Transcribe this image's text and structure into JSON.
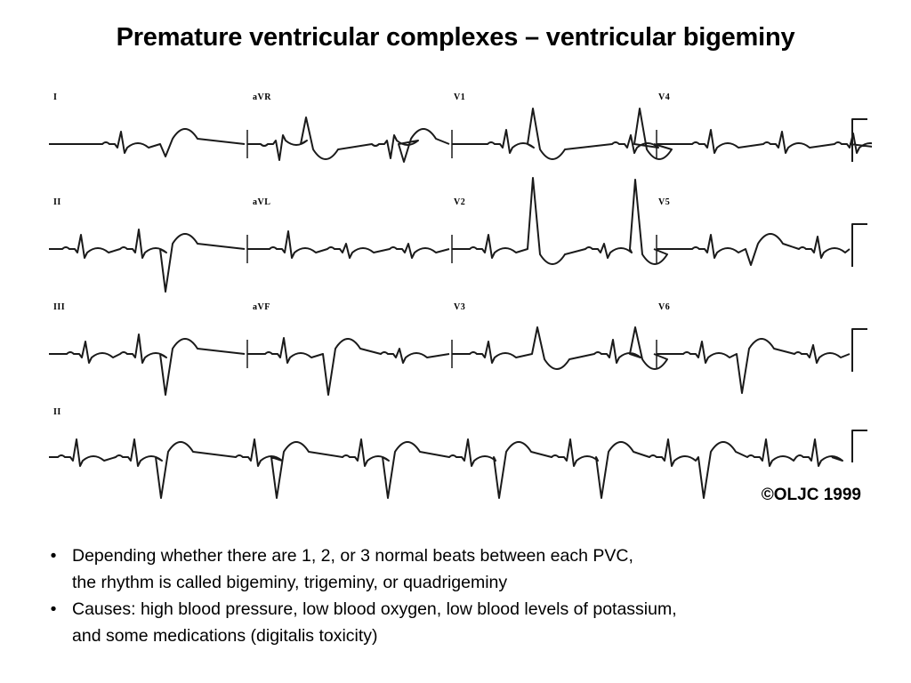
{
  "slide": {
    "title": "Premature ventricular complexes – ventricular bigeminy"
  },
  "ecg": {
    "lead_labels": [
      "I",
      "aVR",
      "V1",
      "V4",
      "II",
      "aVL",
      "V2",
      "V5",
      "III",
      "aVF",
      "V3",
      "V6",
      "II"
    ],
    "copyright": "©OLJC 1999"
  },
  "bullets": [
    {
      "symbol": "•",
      "line1": "Depending whether there are 1, 2, or 3 normal beats between each PVC,",
      "line2": "the rhythm is called bigeminy, trigeminy, or quadrigeminy"
    },
    {
      "symbol": "•",
      "line1": "Causes: high blood pressure, low blood oxygen, low blood levels of potassium,",
      "line2": "and some medications (digitalis toxicity)"
    }
  ]
}
